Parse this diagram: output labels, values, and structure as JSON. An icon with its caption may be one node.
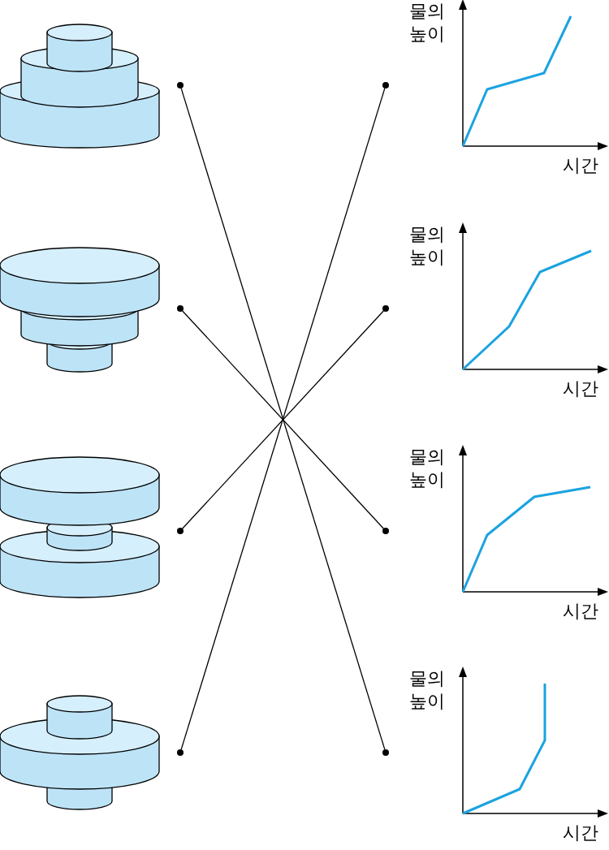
{
  "diagram": {
    "nodes": [
      {
        "text": [],
        "shape": "picture"
      },
      {
        "text": [],
        "shape": "picture"
      },
      {
        "text": [],
        "shape": "picture"
      },
      {
        "text": [],
        "shape": "picture"
      },
      {
        "text": [],
        "shape": "circle"
      },
      {
        "text": [],
        "shape": "circle"
      },
      {
        "text": [],
        "shape": "circle"
      },
      {
        "text": [],
        "shape": "circle"
      },
      {
        "text": [],
        "shape": "circle"
      },
      {
        "text": [],
        "shape": "circle"
      },
      {
        "text": [],
        "shape": "circle"
      },
      {
        "text": [],
        "shape": "circle"
      },
      {
        "text": [
          "물의 높이",
          "시간"
        ]
      },
      {
        "text": [
          "물의 높이",
          "시간"
        ]
      },
      {
        "text": [
          "물의 높이",
          "시간"
        ]
      },
      {
        "text": [
          "물의 높이",
          "시간"
        ]
      }
    ],
    "edges": [
      {
        "from": 4,
        "to": 11,
        "arrow": "none"
      },
      {
        "from": 5,
        "to": 10,
        "arrow": "none"
      },
      {
        "from": 6,
        "to": 9,
        "arrow": "none"
      },
      {
        "from": 7,
        "to": 8,
        "arrow": "none"
      }
    ]
  }
}
